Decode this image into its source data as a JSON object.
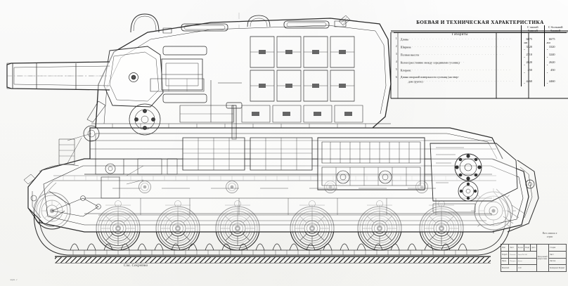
{
  "sheet": {
    "kind": "technical-blueprint",
    "subject": "Soviet heavy tank longitudinal section",
    "signature": "Сов. Секретно",
    "left_note": "черт. 1"
  },
  "spec_table": {
    "title": "БОЕВАЯ И ТЕХНИЧЕСКАЯ ХАРАКТЕРИСТИКА",
    "columns": [
      "",
      "",
      "С малой башней",
      "С большой башней"
    ],
    "col_small_l1": "С малой",
    "col_small_l2": "башней",
    "col_big_l1": "С большой",
    "col_big_l2": "башней",
    "group_heading": "Габариты",
    "unit_first": "мм",
    "unit_rep": "\"",
    "rows": [
      {
        "n": "1",
        "name": "Длина",
        "small": "6675",
        "big": "6675",
        "unit_small": "мм",
        "unit_big": "мм",
        "wrap": ""
      },
      {
        "n": "2",
        "name": "Ширина",
        "small": "3320",
        "big": "3320",
        "unit_small": "\"",
        "unit_big": "\"",
        "wrap": ""
      },
      {
        "n": "3",
        "name": "Полная высота",
        "small": "2710",
        "big": "3240",
        "unit_small": "\"",
        "unit_big": "\"",
        "wrap": ""
      },
      {
        "n": "4",
        "name": "Колея (расстояние между серединами гусениц)",
        "small": "2620",
        "big": "2620",
        "unit_small": "\"",
        "unit_big": "\"",
        "wrap": ""
      },
      {
        "n": "5",
        "name": "Клиренс",
        "small": "450",
        "big": "450",
        "unit_small": "\"",
        "unit_big": "\"",
        "wrap": ""
      },
      {
        "n": "6",
        "name": "Длина опорной поверхности гусениц (на твер-",
        "small": "4460",
        "big": "4460",
        "unit_small": "\"",
        "unit_big": "\"",
        "wrap": "дом грунте)"
      }
    ]
  },
  "title_block": {
    "note_l1": "Всех машин в",
    "note_l2": "серии",
    "cells": {
      "c_r1a": "Изм",
      "c_r1b": "Лист",
      "c_r1c": "№ док",
      "c_r1d": "Подп",
      "c_r1e": "Дата",
      "stage": "Стадия",
      "sheet": "Лист",
      "sheets": "Листов",
      "designer": "Разраб.",
      "checker": "Пров.",
      "title_l1": "Продольный",
      "title_l2": "разрез танка",
      "org": "Завод № 100",
      "scale": "Масштаб",
      "scale_val": "1:10",
      "sig1": "Ковалёв",
      "sig2": "Петров",
      "sig3": "Духов",
      "foot": "Копировал   Формат"
    }
  },
  "colors": {
    "ink": "#1a1a1a",
    "line": "#2b2b2b",
    "faint": "#8a8a8a",
    "ground": "#101010"
  }
}
